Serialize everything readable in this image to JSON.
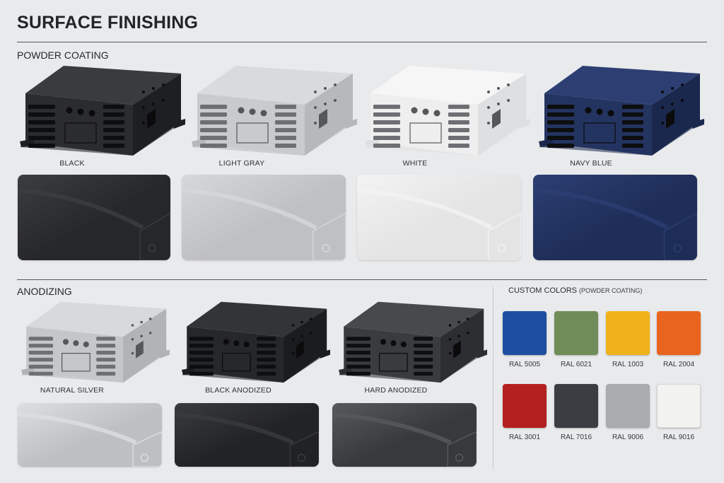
{
  "page": {
    "title": "SURFACE FINISHING"
  },
  "powder_coating": {
    "heading": "POWDER COATING",
    "finishes": [
      {
        "label": "BLACK",
        "body": "#2b2c2f",
        "top": "#3a3b3e",
        "side": "#1e1f22",
        "close": "#262729",
        "closeLight": "#3c3d40"
      },
      {
        "label": "LIGHT GRAY",
        "body": "#c9cacc",
        "top": "#d9dadc",
        "side": "#b7b8bb",
        "close": "#bfc0c2",
        "closeLight": "#d6d7d9"
      },
      {
        "label": "WHITE",
        "body": "#eeeeee",
        "top": "#f6f6f6",
        "side": "#dedfe0",
        "close": "#e4e4e5",
        "closeLight": "#f3f3f3"
      },
      {
        "label": "NAVY BLUE",
        "body": "#243461",
        "top": "#2d3f72",
        "side": "#1b284d",
        "close": "#1f2e58",
        "closeLight": "#2c3f73"
      }
    ]
  },
  "anodizing": {
    "heading": "ANODIZING",
    "finishes": [
      {
        "label": "NATURAL SILVER",
        "body": "#c4c6c9",
        "top": "#d7d9db",
        "side": "#b1b3b6",
        "close": "#bdbfc2",
        "closeLight": "#dcdee0"
      },
      {
        "label": "BLACK ANODIZED",
        "body": "#26272a",
        "top": "#333438",
        "side": "#1b1c1f",
        "close": "#222326",
        "closeLight": "#3a3b3f"
      },
      {
        "label": "HARD ANODIZED",
        "body": "#3a3b3e",
        "top": "#48494c",
        "side": "#2d2e31",
        "close": "#38393c",
        "closeLight": "#58595c"
      }
    ]
  },
  "custom_colors": {
    "title": "CUSTOM COLORS",
    "subtitle": "(POWDER COATING)",
    "swatches": [
      {
        "code": "RAL 5005",
        "color": "#1e4ea0"
      },
      {
        "code": "RAL 6021",
        "color": "#6f8c59"
      },
      {
        "code": "RAL 1003",
        "color": "#f0b21a"
      },
      {
        "code": "RAL 2004",
        "color": "#e8641f"
      },
      {
        "code": "RAL 3001",
        "color": "#b3201f"
      },
      {
        "code": "RAL 7016",
        "color": "#3a3d42"
      },
      {
        "code": "RAL 9006",
        "color": "#a9abae"
      },
      {
        "code": "RAL 9016",
        "color": "#f2f2f0"
      }
    ]
  }
}
